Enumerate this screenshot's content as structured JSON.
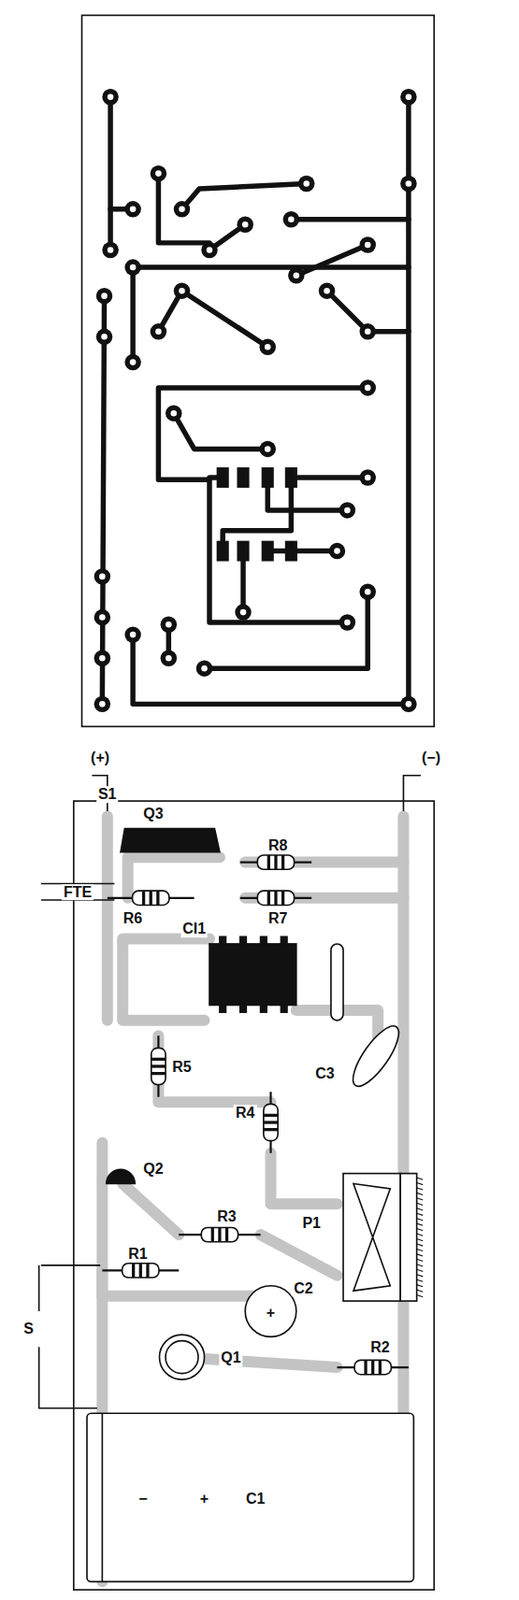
{
  "diagram": {
    "labels": [
      "(+)",
      "S1",
      "(−)",
      "FTE",
      "Q3",
      "R8",
      "R6",
      "R7",
      "CI1",
      "R5",
      "C3",
      "R4",
      "Q2",
      "P1",
      "R3",
      "R1",
      "C2",
      "+",
      "S",
      "Q1",
      "R2",
      "−",
      "+",
      "C1"
    ]
  }
}
